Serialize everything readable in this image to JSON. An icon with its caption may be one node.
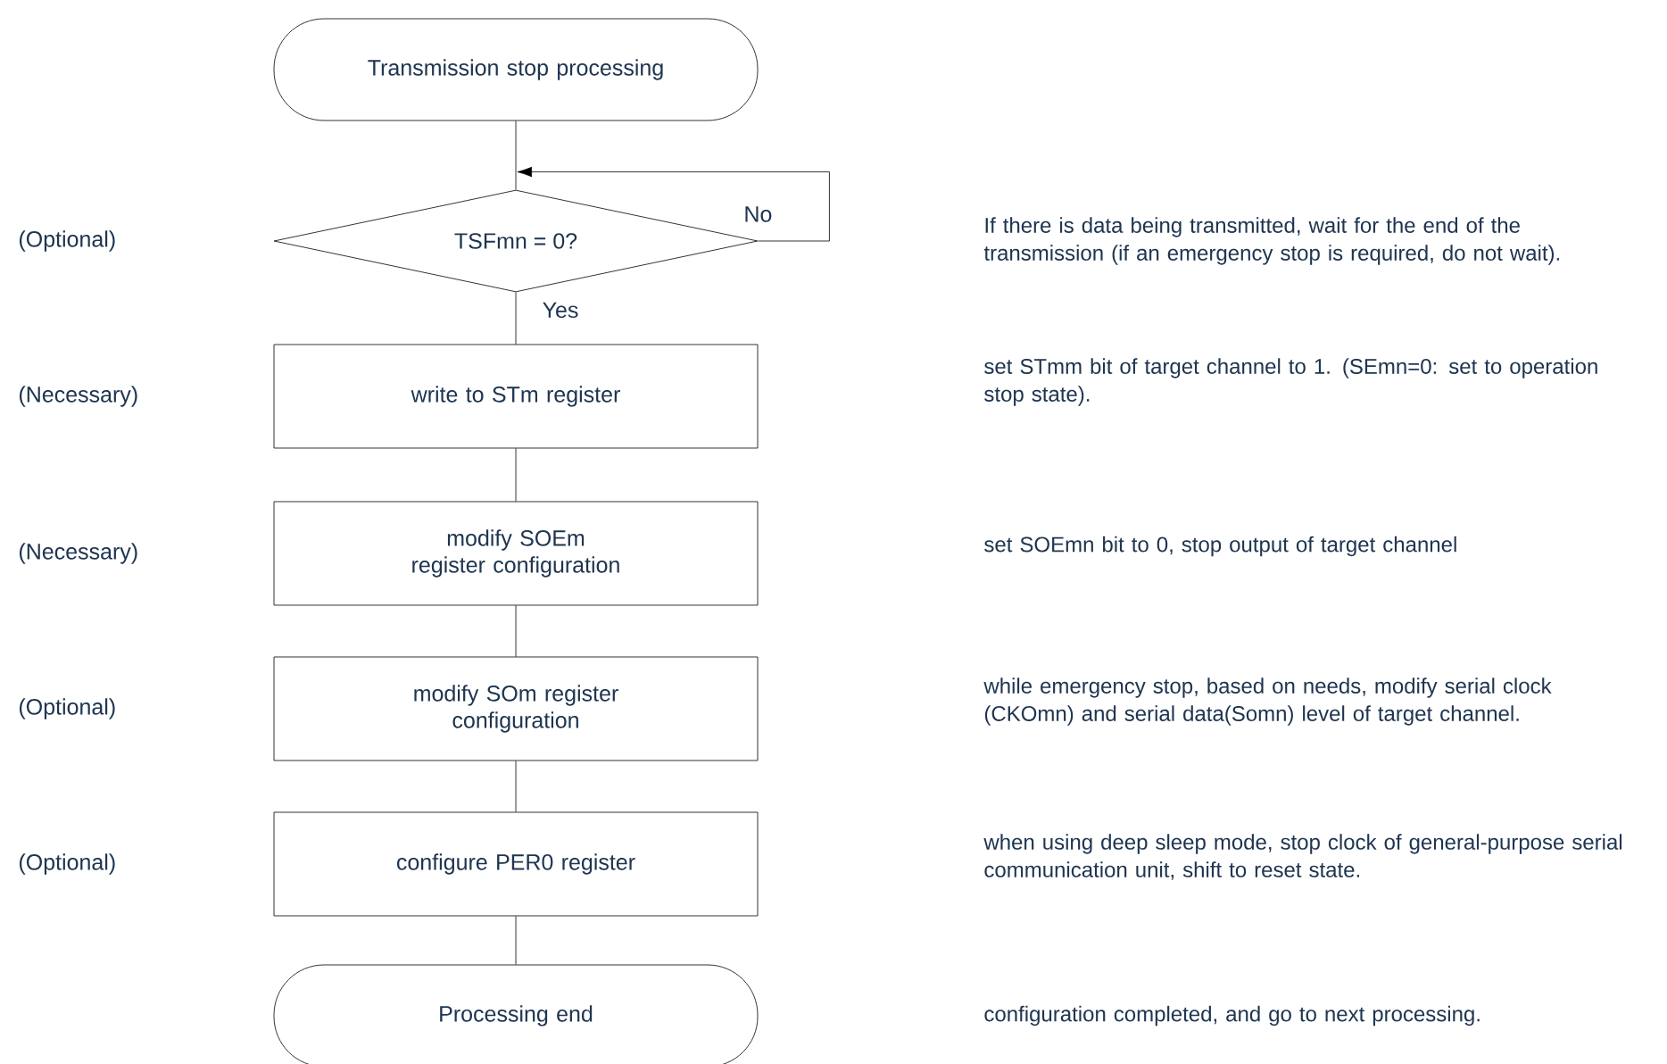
{
  "diagram": {
    "nodes": [
      {
        "text": [
          "Transmission stop processing"
        ]
      },
      {
        "text": [
          "TSFmn = 0?"
        ]
      },
      {
        "text": [
          "write to STm register"
        ]
      },
      {
        "text": [
          "modify SOEm register configuration"
        ]
      },
      {
        "text": [
          "modify SOm register configuration"
        ]
      },
      {
        "text": [
          "configure PER0 register"
        ]
      },
      {
        "text": [
          "Processing end"
        ]
      }
    ],
    "edges": [
      {
        "from": 0,
        "to": 1,
        "arrow": "none"
      },
      {
        "from": 1,
        "to": 1,
        "arrow": "to",
        "label": "No"
      },
      {
        "from": 1,
        "to": 2,
        "arrow": "none",
        "label": "Yes"
      },
      {
        "from": 2,
        "to": 3,
        "arrow": "none"
      },
      {
        "from": 3,
        "to": 4,
        "arrow": "none"
      },
      {
        "from": 4,
        "to": 5,
        "arrow": "none"
      },
      {
        "from": 5,
        "to": 6,
        "arrow": "none"
      }
    ],
    "labels": [
      "(Optional)",
      "If there is data being transmitted, wait for the end of the transmission (if an emergency stop is required, do not wait).",
      "(Necessary)",
      "set STmm bit of target channel to 1. (SEmn=0: set to operation stop state).",
      "(Necessary)",
      "set SOEmn bit to 0, stop output of target channel",
      "(Optional)",
      "while emergency stop, based on needs, modify serial clock (CKOmn) and serial data(Somn) level of target channel.",
      "(Optional)",
      "when using deep sleep mode, stop clock of general-purpose serial communication unit, shift to reset state.",
      "configuration completed, and go to next processing."
    ]
  }
}
